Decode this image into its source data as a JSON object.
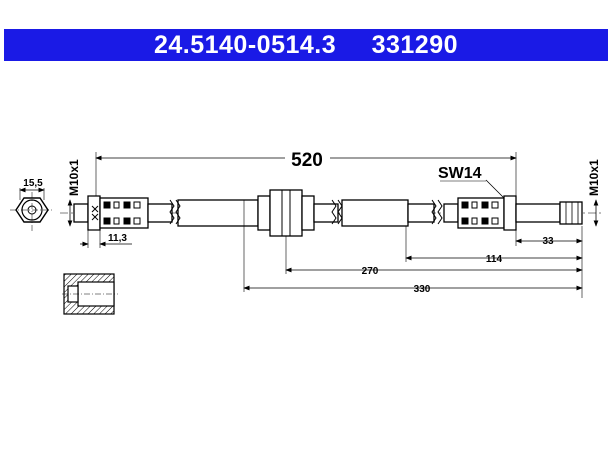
{
  "header": {
    "part_number": "24.5140-0514.3",
    "ref_number": "331290",
    "background": "#1a1ae6",
    "text_color": "#ffffff"
  },
  "dimensions": {
    "total_length": "520",
    "wrench_size": "SW14",
    "thread_left": "M10x1",
    "thread_right": "M10x1",
    "fitting_diameter": "15,5",
    "fitting_length": "11,3",
    "d_33": "33",
    "d_114": "114",
    "d_270": "270",
    "d_330": "330"
  }
}
